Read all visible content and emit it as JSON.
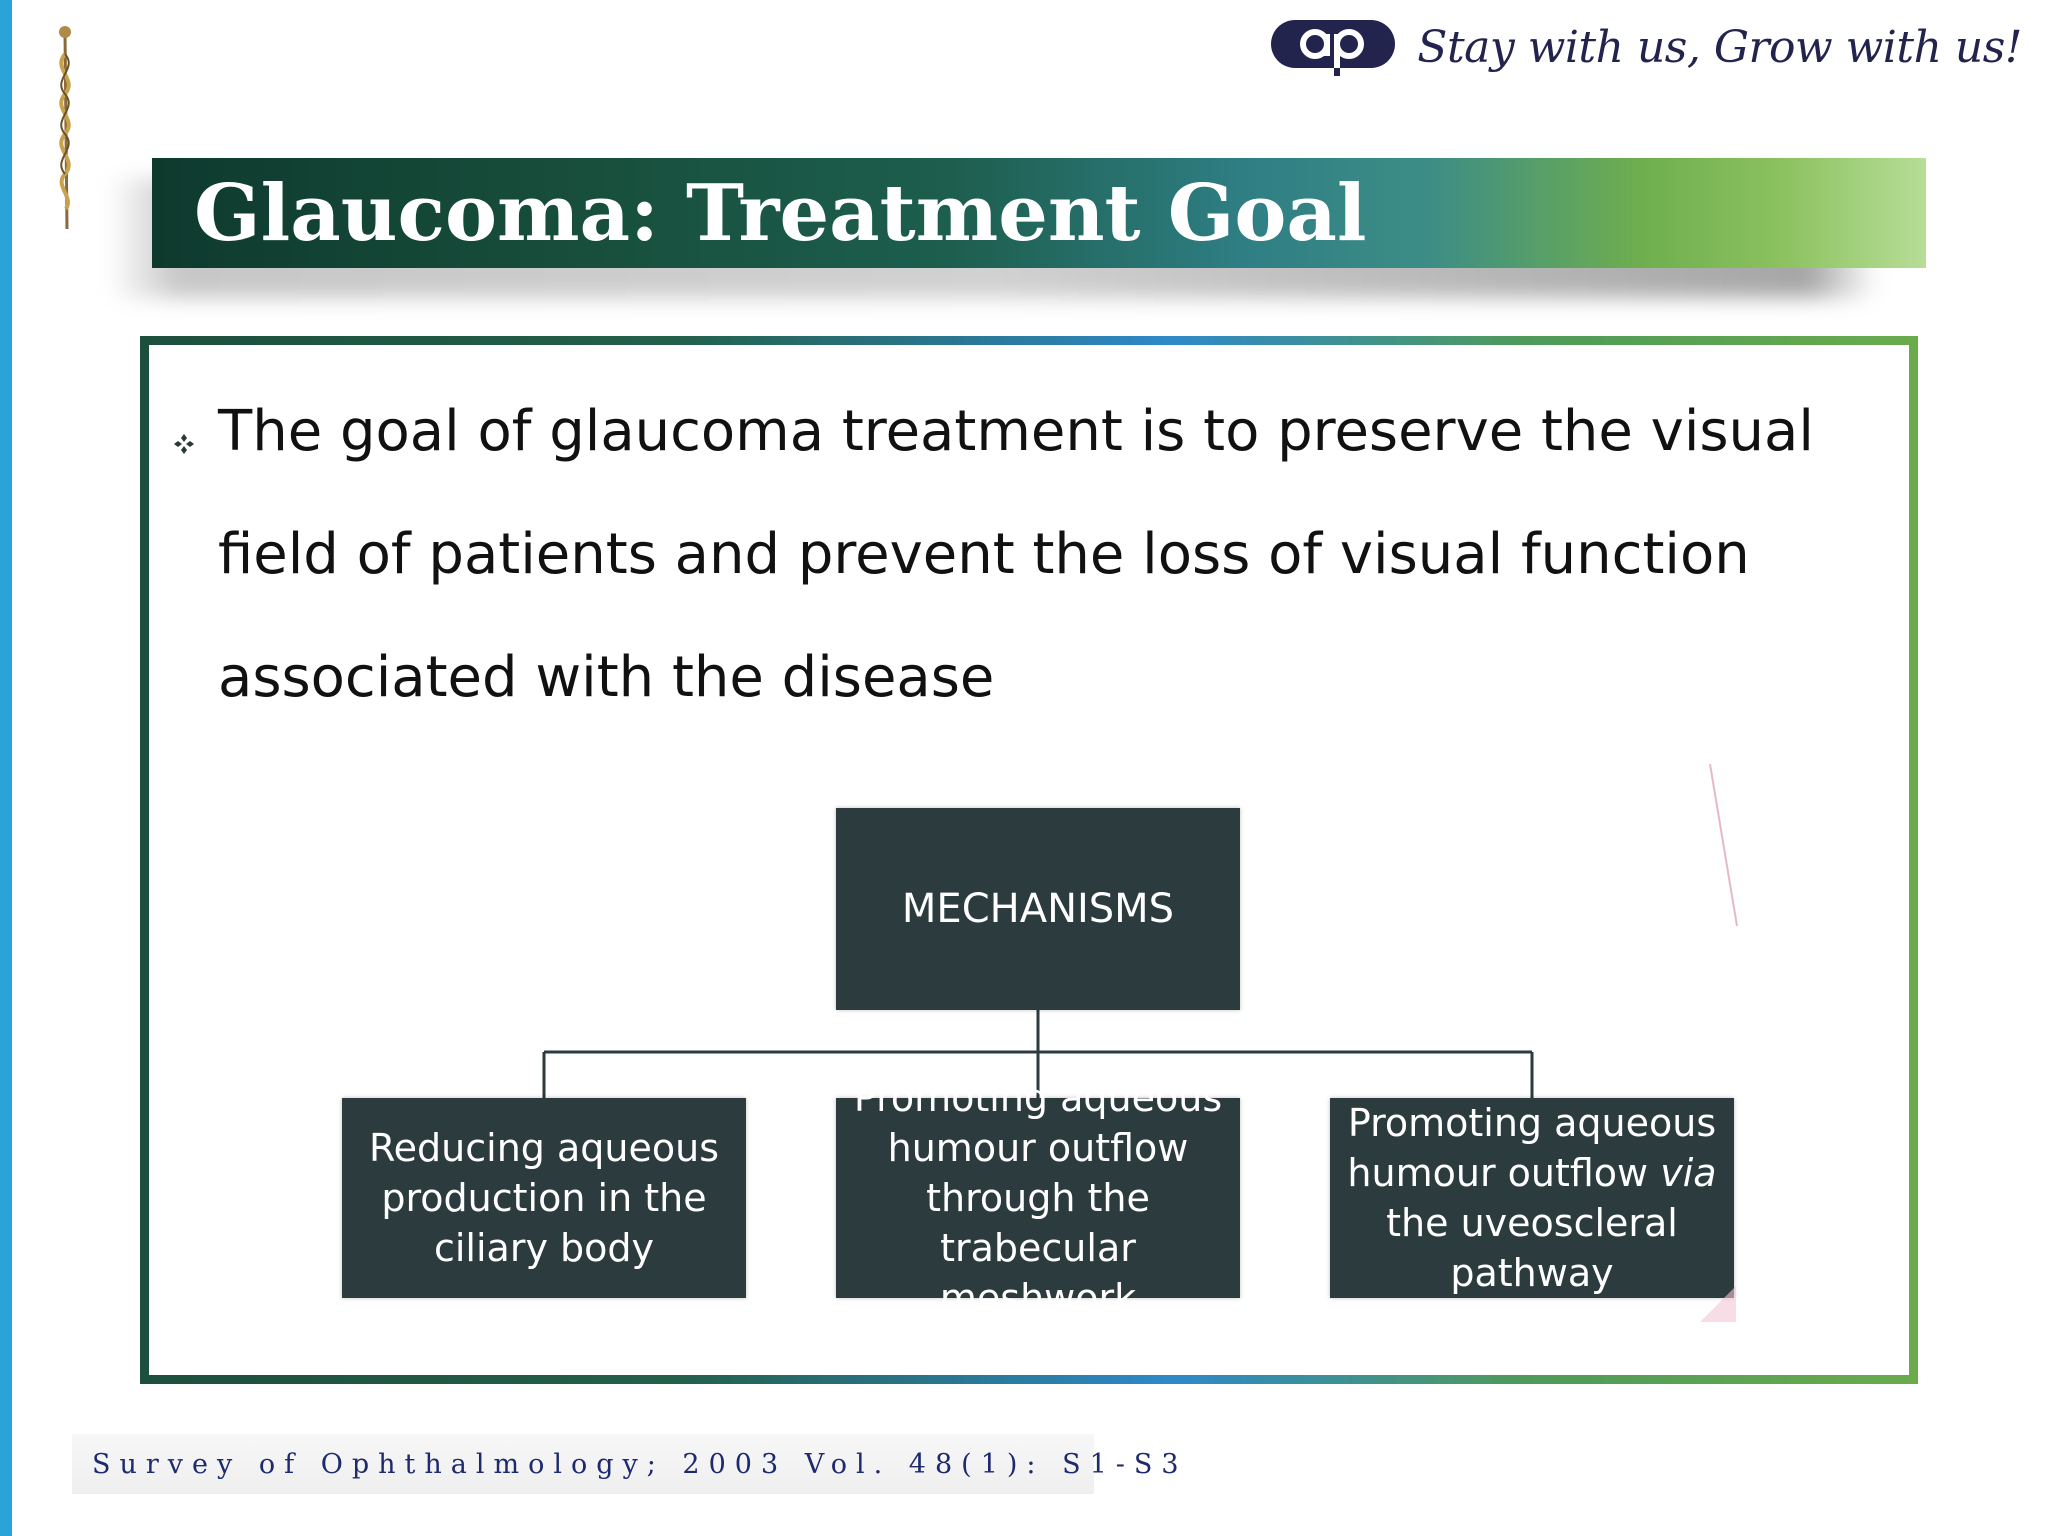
{
  "header": {
    "logo_text": "ap",
    "tagline": "Stay with us, Grow with us!"
  },
  "slide": {
    "title": "Glaucoma: Treatment Goal",
    "bullet": "The goal of glaucoma treatment is to preserve the visual field of patients and prevent the loss of visual function associated with the disease"
  },
  "diagram": {
    "root": "MECHANISMS",
    "children": [
      "Reducing aqueous production in the ciliary body",
      "Promoting aqueous humour outflow through the trabecular meshwork",
      "Promoting aqueous humour outflow via the uveoscleral pathway"
    ],
    "child_3_parts": {
      "before": "Promoting aqueous humour outflow ",
      "italic": "via",
      "after": " the uveoscleral pathway"
    }
  },
  "footer": {
    "citation": "Survey of Ophthalmology; 2003 Vol. 48(1): S1-S3"
  },
  "colors": {
    "title_bar_start": "#0e3a2e",
    "title_bar_end": "#b7dd97",
    "box_fill": "#2c3b3e",
    "left_edge": "#2aa3d8",
    "brand_navy": "#22244e"
  },
  "icons": {
    "bullet": "diamond-bullet-icon",
    "logo": "ap-logo-icon",
    "caduceus": "caduceus-icon"
  }
}
